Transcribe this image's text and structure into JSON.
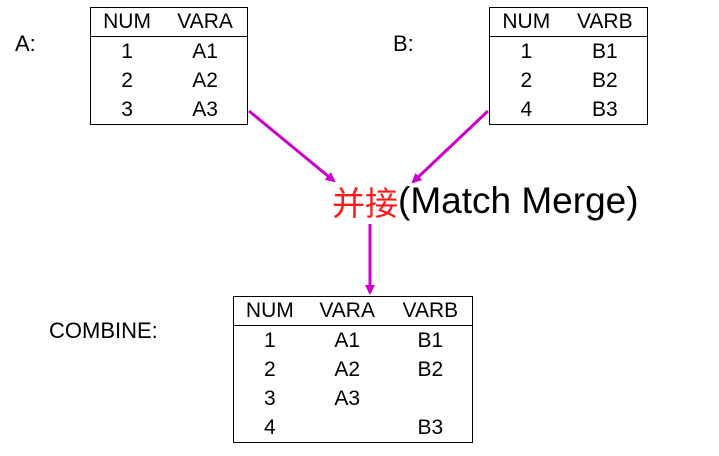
{
  "labels": {
    "a": "A:",
    "b": "B:",
    "combine": "COMBINE:"
  },
  "merge": {
    "cjk": "并接",
    "en": "(Match Merge)"
  },
  "arrow_color": "#cc00cc",
  "merge_text_color": "#ff1a1a",
  "table_a": {
    "headers": [
      "NUM",
      "VARA"
    ],
    "rows": [
      [
        "1",
        "A1"
      ],
      [
        "2",
        "A2"
      ],
      [
        "3",
        "A3"
      ]
    ]
  },
  "table_b": {
    "headers": [
      "NUM",
      "VARB"
    ],
    "rows": [
      [
        "1",
        "B1"
      ],
      [
        "2",
        "B2"
      ],
      [
        "4",
        "B3"
      ]
    ]
  },
  "table_combine": {
    "headers": [
      "NUM",
      "VARA",
      "VARB"
    ],
    "rows": [
      [
        "1",
        "A1",
        "B1"
      ],
      [
        "2",
        "A2",
        "B2"
      ],
      [
        "3",
        "A3",
        ""
      ],
      [
        "4",
        "",
        "B3"
      ]
    ]
  }
}
